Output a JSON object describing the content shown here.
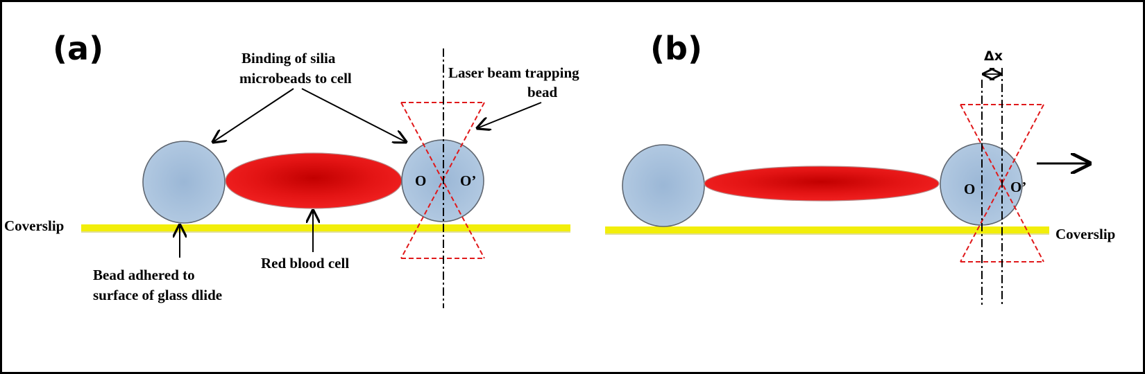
{
  "panel_a": {
    "label": "(a)",
    "binding_label_line1": "Binding of silia",
    "binding_label_line2": "microbeads to cell",
    "laser_label_line1": "Laser beam trapping",
    "laser_label_line2": "bead",
    "coverslip_label": "Coverslip",
    "bead_label_line1": "Bead adhered to",
    "bead_label_line2": "surface of glass dlide",
    "rbc_label": "Red blood cell",
    "origin_o": "O",
    "origin_o_prime": "O’"
  },
  "panel_b": {
    "label": "(b)",
    "delta_x": "Δx",
    "coverslip_label": "Coverslip",
    "origin_o": "O",
    "origin_o_prime": "O’"
  },
  "colors": {
    "frame": "#000000",
    "bead_fill": "#a7c1dc",
    "bead_stroke": "#5f6670",
    "cell_fill": "#e81010",
    "cell_center": "#c40000",
    "coverslip": "#f2ee0a",
    "laser": "#e0181a"
  }
}
